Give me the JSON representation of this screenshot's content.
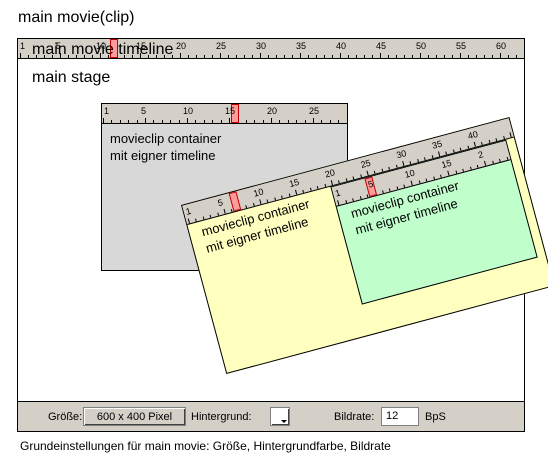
{
  "page_title": "main movie(clip)",
  "main": {
    "timeline_label": "main movie timeline",
    "ruler_numbers": [
      "1",
      "5",
      "10",
      "15",
      "20",
      "25",
      "30",
      "35",
      "40",
      "45",
      "50",
      "55",
      "60"
    ],
    "stage_label": "main stage"
  },
  "clips": [
    {
      "text_line1": "movieclip container",
      "text_line2": "mit eigner timeline",
      "ruler_numbers": [
        "1",
        "5",
        "10",
        "15",
        "20",
        "25"
      ],
      "color": "#d8d8d8"
    },
    {
      "text_line1": "movieclip container",
      "text_line2": "mit eigner timeline",
      "ruler_numbers": [
        "1",
        "5",
        "10",
        "15",
        "20",
        "25",
        "30",
        "35",
        "40"
      ],
      "color": "#ffffc0"
    },
    {
      "text_line1": "movieclip container",
      "text_line2": "mit eigner timeline",
      "ruler_numbers": [
        "1",
        "5",
        "10",
        "15",
        "2"
      ],
      "color": "#c0ffcc"
    }
  ],
  "settings": {
    "size_label": "Größe:",
    "size_value": "600 x 400 Pixel",
    "background_label": "Hintergrund:",
    "framerate_label": "Bildrate:",
    "framerate_value": "12",
    "framerate_unit": "BpS"
  },
  "caption": "Grundeinstellungen für main movie: Größe, Hintergrundfarbe, Bildrate",
  "colors": {
    "toolbar": "#d4d0c8",
    "playhead": "#ff9a9a",
    "playhead_border": "#c00000"
  }
}
